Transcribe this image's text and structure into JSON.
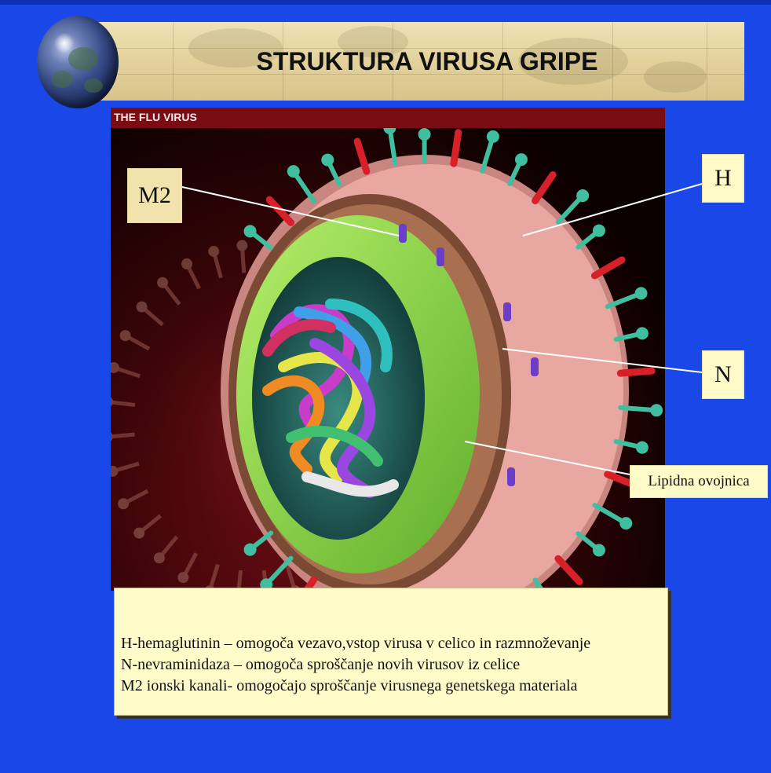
{
  "slide": {
    "title": "STRUKTURA VIRUSA GRIPE",
    "figure_header": "THE FLU VIRUS",
    "labels": {
      "m2": "M2",
      "h": "H",
      "n": "N",
      "lipid": "Lipidna ovojnica"
    },
    "legend": [
      "H-hemaglutinin – omogoča vezavo,vstop virusa v celico in razmnoževanje",
      "N-nevraminidaza – omogoča sproščanje novih virusov iz celice",
      "M2 ionski kanali- omogočajo sproščanje virusnega genetskega materiala"
    ]
  },
  "colors": {
    "background": "#1a47e8",
    "banner": "#e2d09a",
    "label_fill": "#fffbc8",
    "figure_header": "#7a0d14",
    "hemagglutinin": "#3fbfa0",
    "neuraminidase": "#d8202a",
    "m2_channel": "#6a3ec9",
    "capsid": "#8ed64a",
    "envelope": "#e8a7a0"
  }
}
